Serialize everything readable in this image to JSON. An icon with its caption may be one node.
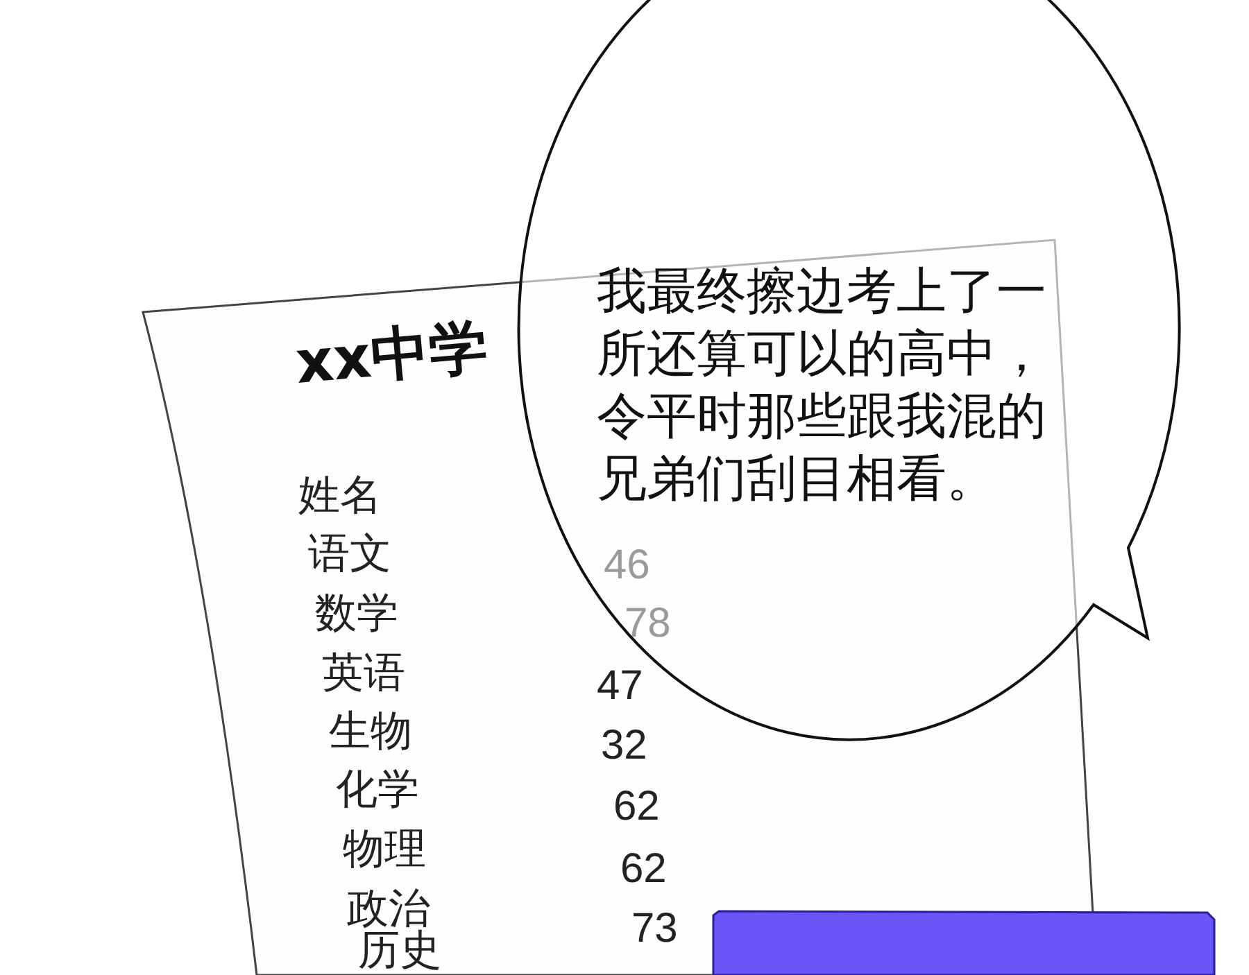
{
  "diagram": {
    "nodes": [
      {
        "text": [
          "xx中学"
        ]
      },
      {
        "text": [
          "我最终擦边考上了一所还算可以的高中，令平时那些跟我混的兄弟们刮目相看。"
        ]
      },
      {
        "text": [],
        "shape": "box"
      }
    ],
    "labels": [
      "姓名",
      "语文",
      "数学",
      "46",
      "英语",
      "78",
      "生物",
      "47",
      "化学",
      "32",
      "物理",
      "62",
      "政治",
      "62",
      "历史",
      "73"
    ]
  }
}
